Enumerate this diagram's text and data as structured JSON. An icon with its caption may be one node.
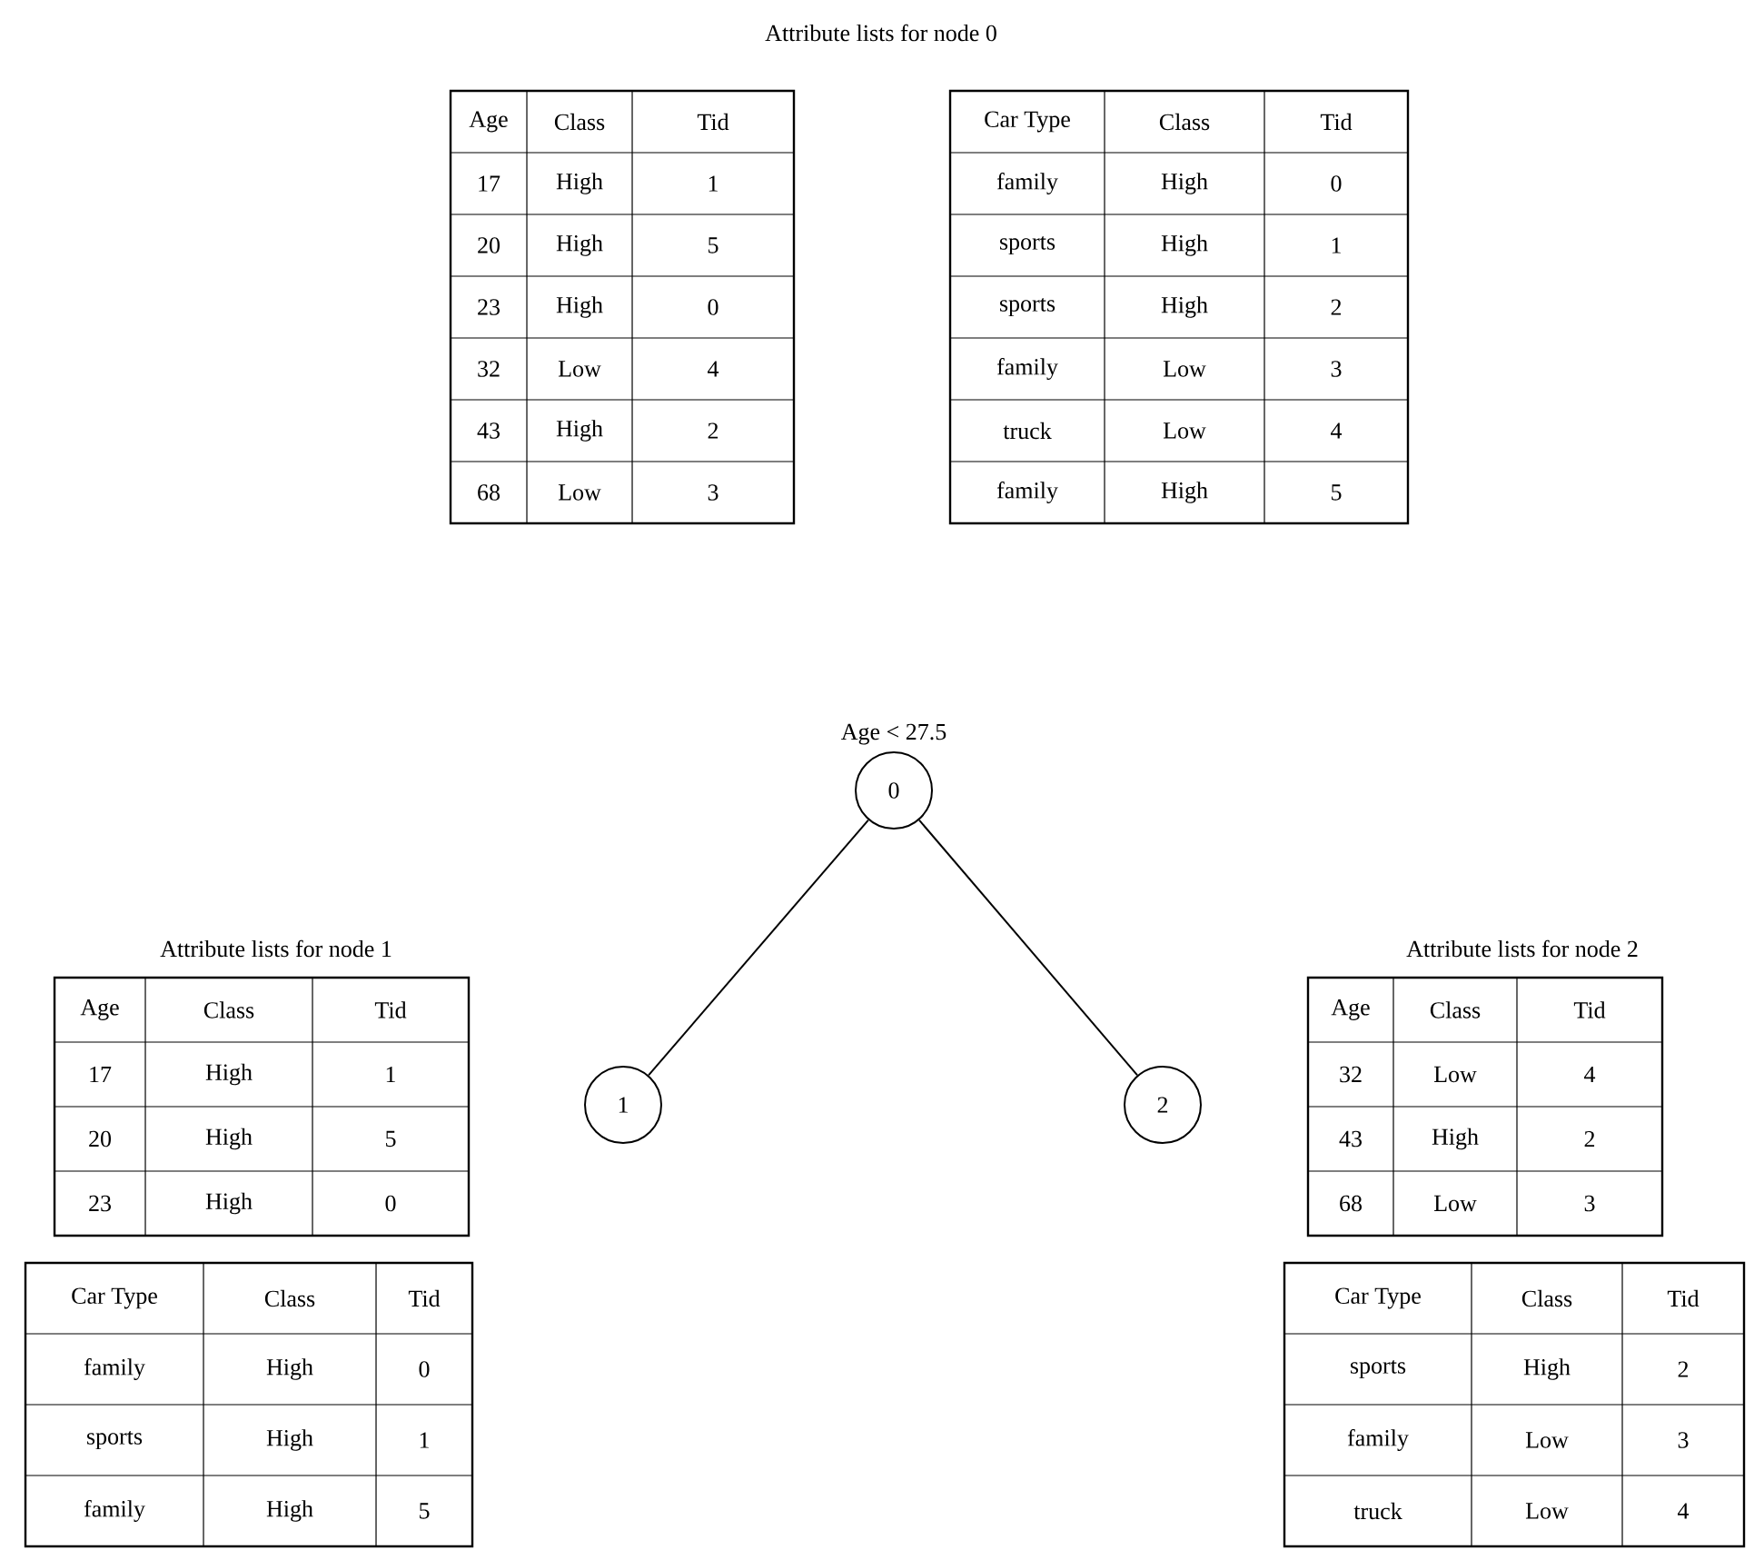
{
  "diagram": {
    "nodes": [
      {
        "text": [
          "0"
        ],
        "beside": [
          "Age < 27.5"
        ]
      },
      {
        "text": [
          "1"
        ]
      },
      {
        "text": [
          "2"
        ]
      }
    ],
    "edges": [
      {
        "from": 0,
        "to": 1,
        "arrow": "none"
      },
      {
        "from": 0,
        "to": 2,
        "arrow": "none"
      }
    ],
    "labels": [
      "Attribute lists for node 0",
      "Age",
      "Class",
      "Tid",
      "17",
      "High",
      "1",
      "20",
      "High",
      "5",
      "23",
      "High",
      "0",
      "32",
      "Low",
      "4",
      "43",
      "High",
      "2",
      "68",
      "Low",
      "3",
      "Car Type",
      "Class",
      "Tid",
      "family",
      "High",
      "0",
      "sports",
      "High",
      "1",
      "sports",
      "High",
      "2",
      "family",
      "Low",
      "3",
      "truck",
      "Low",
      "4",
      "family",
      "High",
      "5",
      "Attribute lists for node 1",
      "Age",
      "Class",
      "Tid",
      "17",
      "High",
      "1",
      "20",
      "High",
      "5",
      "23",
      "High",
      "0",
      "Car Type",
      "Class",
      "Tid",
      "family",
      "High",
      "0",
      "sports",
      "High",
      "1",
      "family",
      "High",
      "5",
      "Attribute lists for node 2",
      "Age",
      "Class",
      "Tid",
      "32",
      "Low",
      "4",
      "43",
      "High",
      "2",
      "68",
      "Low",
      "3",
      "Car Type",
      "Class",
      "Tid",
      "sports",
      "High",
      "2",
      "family",
      "Low",
      "3",
      "truck",
      "Low",
      "4"
    ]
  }
}
